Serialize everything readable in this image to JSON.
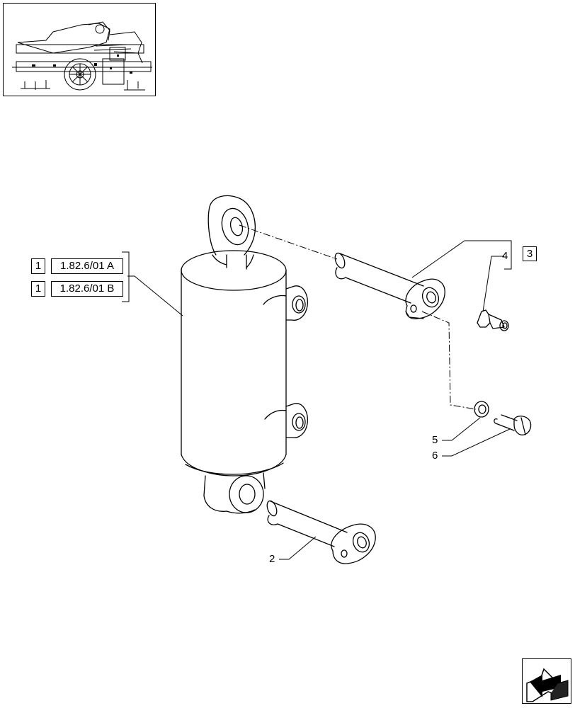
{
  "references": [
    {
      "qty": "1",
      "code": "1.82.6/01 A"
    },
    {
      "qty": "1",
      "code": "1.82.6/01 B"
    }
  ],
  "group_ref": {
    "item": "4",
    "box": "3"
  },
  "callouts": {
    "item2": "2",
    "item5": "5",
    "item6": "6"
  },
  "icons": {
    "overview": "tractor-overview-thumbnail",
    "nav": "next-page-arrow-icon"
  }
}
